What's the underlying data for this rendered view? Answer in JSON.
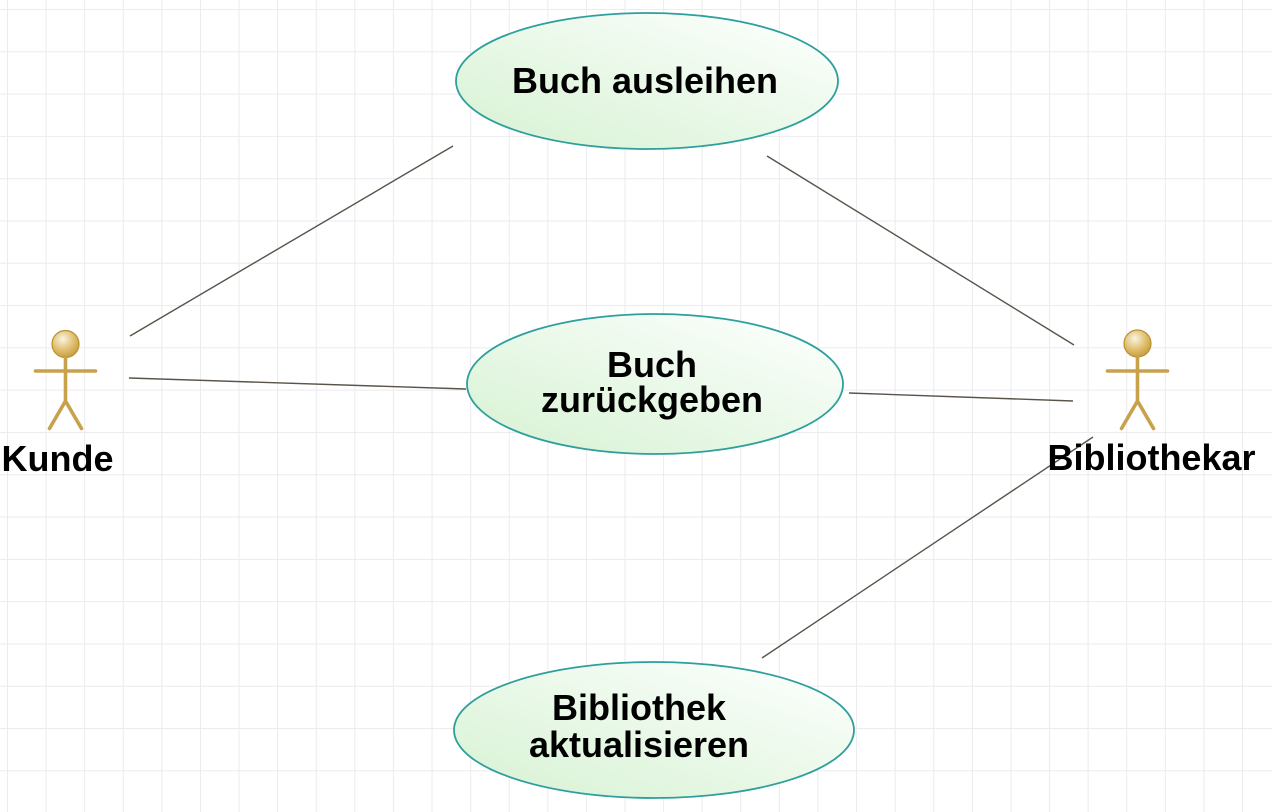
{
  "diagram": {
    "kind": "UML use case diagram",
    "actors": [
      {
        "id": "kunde",
        "label": "Kunde"
      },
      {
        "id": "bibliothekar",
        "label": "Bibliothekar"
      }
    ],
    "use_cases": [
      {
        "id": "buch-ausleihen",
        "lines": [
          "Buch ausleihen"
        ]
      },
      {
        "id": "buch-zurueckgeben",
        "lines": [
          "Buch",
          "zurückgeben"
        ]
      },
      {
        "id": "bibliothek-aktualisieren",
        "lines": [
          "Bibliothek",
          "aktualisieren"
        ]
      }
    ],
    "associations": [
      {
        "from": "Kunde",
        "to": "Buch ausleihen"
      },
      {
        "from": "Kunde",
        "to": "Buch zurückgeben"
      },
      {
        "from": "Bibliothekar",
        "to": "Buch ausleihen"
      },
      {
        "from": "Bibliothekar",
        "to": "Buch zurückgeben"
      },
      {
        "from": "Bibliothekar",
        "to": "Bibliothek aktualisieren"
      }
    ],
    "colors": {
      "use_case_border": "#2d9f9d",
      "use_case_fill_green": "#d6f2d2",
      "use_case_fill_white": "#feffff",
      "actor_stick": "#c8a14b",
      "actor_head_rim": "#b8922f",
      "association_line": "#5a5349",
      "label_text": "#000000",
      "grid_line": "#ebebf0",
      "background": "#ffffff"
    }
  }
}
